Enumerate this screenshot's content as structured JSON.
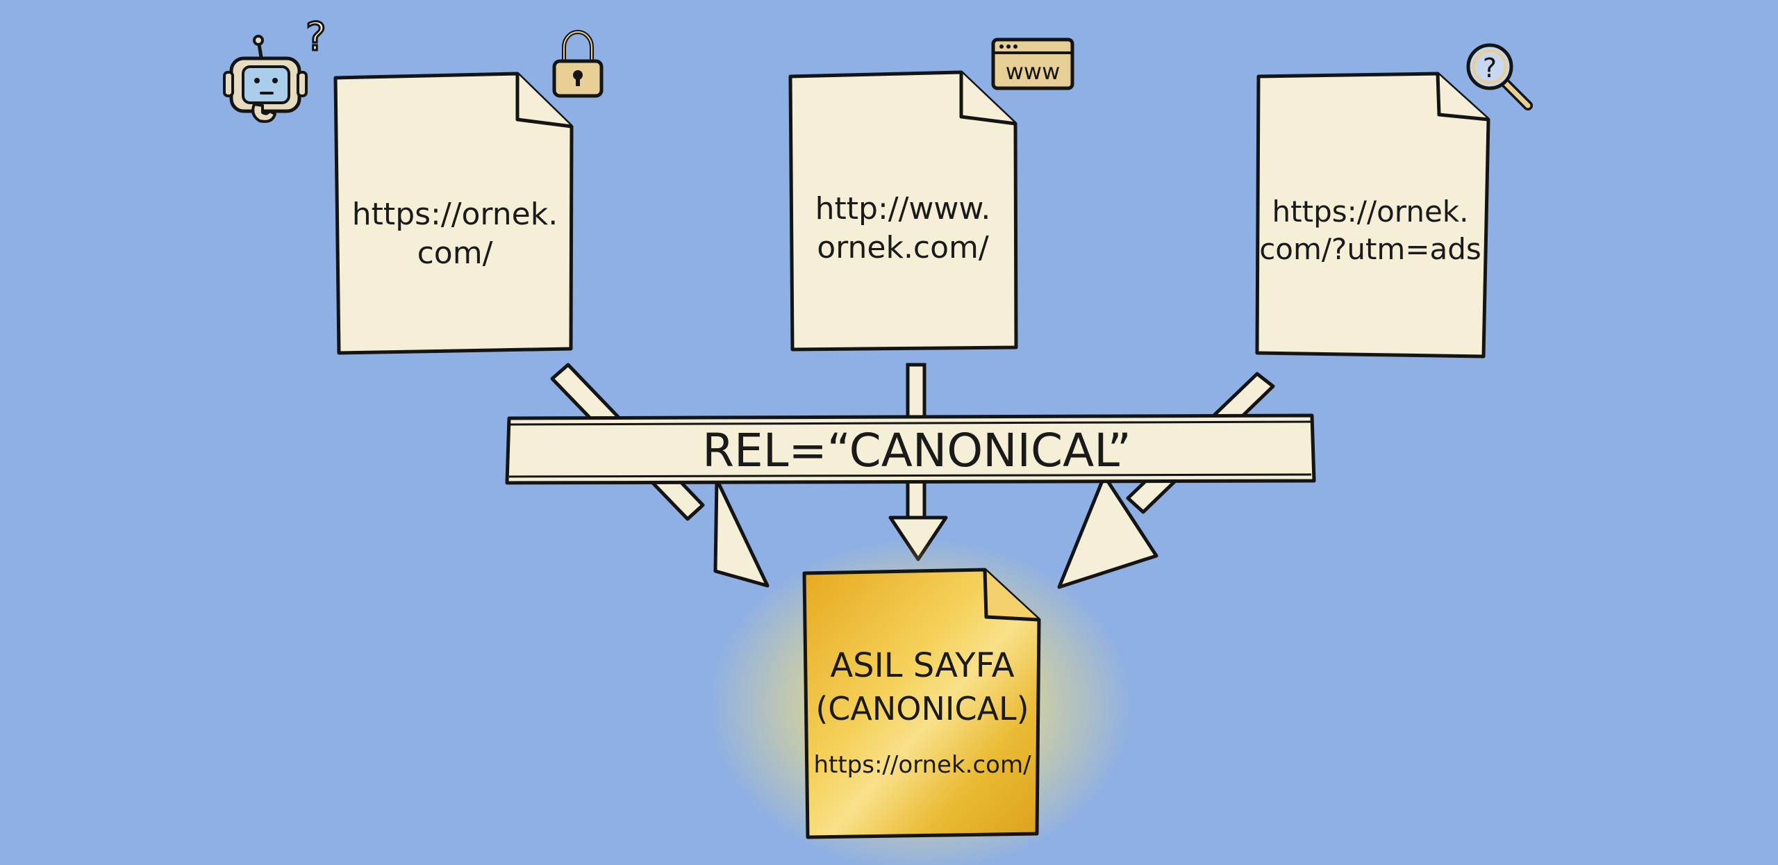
{
  "sources": [
    {
      "line1": "https://ornek.",
      "line2": "com/",
      "icon": "lock-icon"
    },
    {
      "line1": "http://www.",
      "line2": "ornek.com/",
      "icon": "browser-www-icon",
      "icon_text": "www"
    },
    {
      "line1": "https://ornek.",
      "line2": "com/?utm=ads",
      "icon": "magnifier-question-icon",
      "icon_text": "?"
    }
  ],
  "robot": {
    "icon": "confused-robot-icon",
    "mark": "?"
  },
  "banner": {
    "label": "REL=“CANONICAL”"
  },
  "canonical": {
    "title1": "ASIL SAYFA",
    "title2": "(CANONICAL)",
    "url": "https://ornek.com/"
  },
  "colors": {
    "background": "#8fb0e4",
    "paper": "#f6efd7",
    "gold": "#e9b533",
    "ink": "#141414"
  }
}
